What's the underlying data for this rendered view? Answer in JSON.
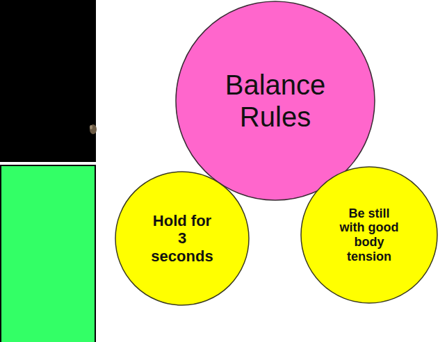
{
  "diagram": {
    "nodes": [
      {
        "text": [
          "Balance Rules"
        ]
      },
      {
        "text": [
          "Hold for 3 seconds"
        ]
      },
      {
        "text": [
          "Be still with good body tension"
        ]
      }
    ]
  }
}
